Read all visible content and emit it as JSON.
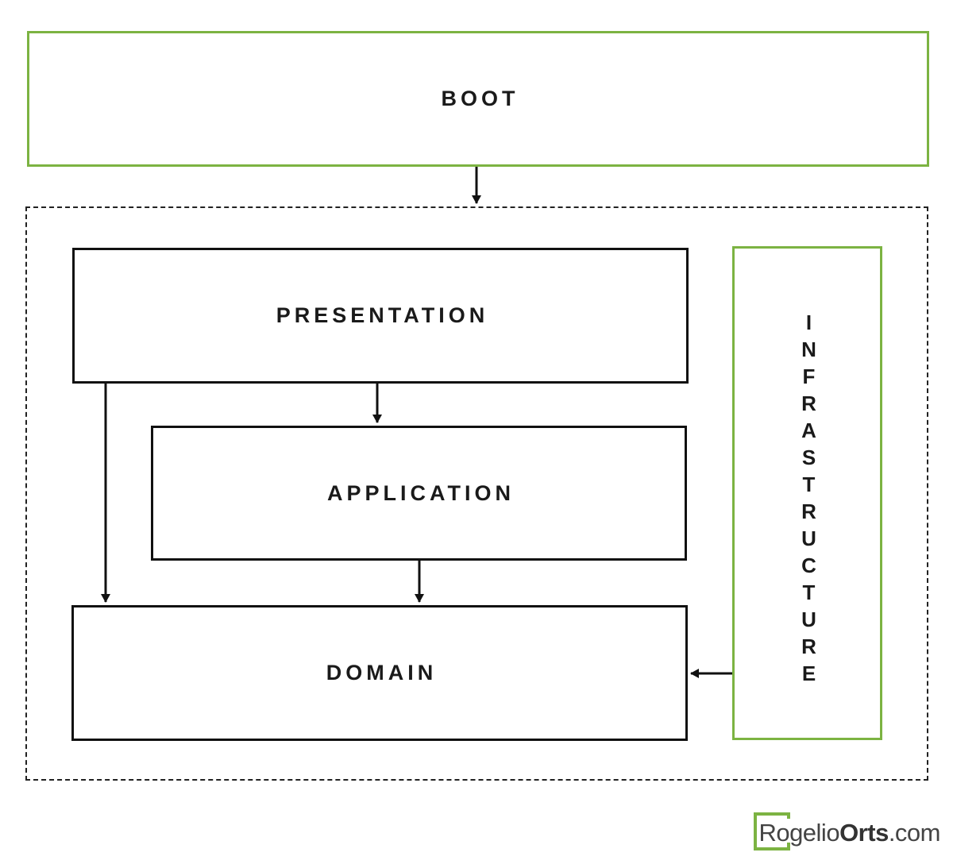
{
  "diagram": {
    "boot": {
      "label": "BOOT",
      "color": "#7cb342"
    },
    "presentation": {
      "label": "PRESENTATION"
    },
    "application": {
      "label": "APPLICATION"
    },
    "domain": {
      "label": "DOMAIN"
    },
    "infrastructure": {
      "label": "INFRASTRUCTURE",
      "letters": [
        "I",
        "N",
        "F",
        "R",
        "A",
        "S",
        "T",
        "R",
        "U",
        "C",
        "T",
        "U",
        "R",
        "E"
      ],
      "color": "#7cb342"
    },
    "edges": [
      {
        "from": "boot",
        "to": "dashed-container"
      },
      {
        "from": "presentation",
        "to": "application"
      },
      {
        "from": "presentation",
        "to": "domain"
      },
      {
        "from": "application",
        "to": "domain"
      },
      {
        "from": "infrastructure",
        "to": "domain"
      }
    ]
  },
  "brand": {
    "part1": "Rogelio",
    "part2": "Orts",
    "part3": ".com",
    "accent_color": "#7cb342"
  }
}
